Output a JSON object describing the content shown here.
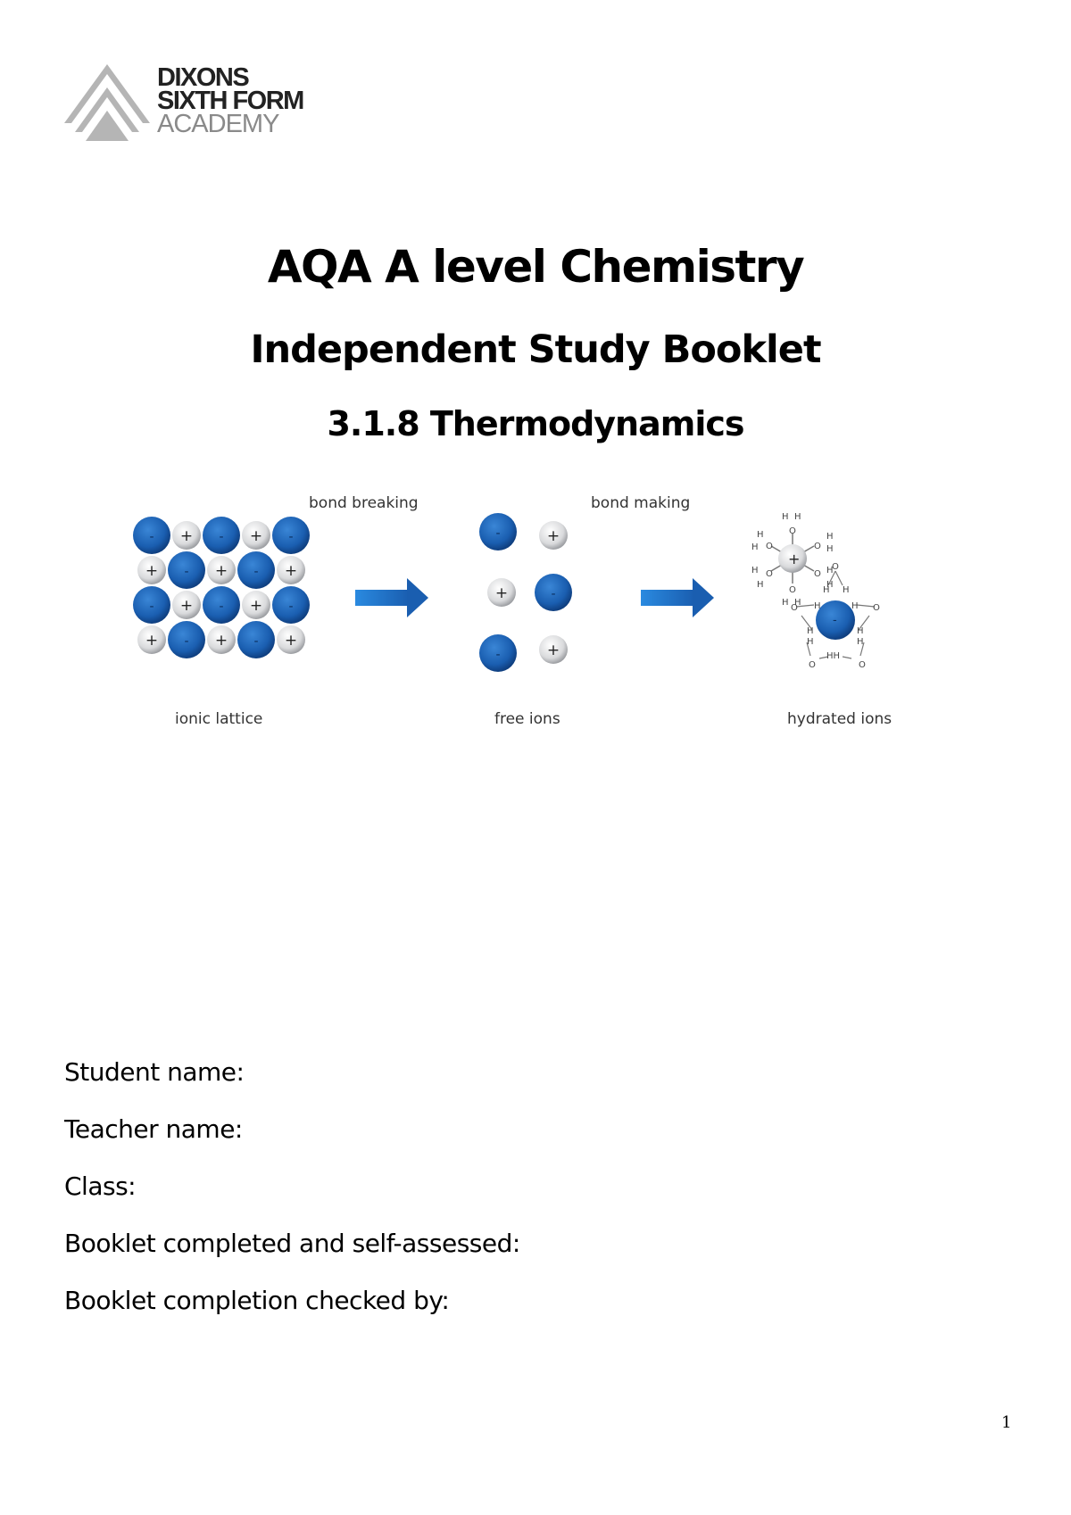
{
  "logo": {
    "lines": [
      "DIXONS",
      "SIXTH FORM",
      "ACADEMY"
    ]
  },
  "header": {
    "title": "AQA A level Chemistry",
    "subtitle": "Independent Study Booklet",
    "topic": "3.1.8 Thermodynamics"
  },
  "diagram": {
    "labels": {
      "ionic_lattice": "ionic lattice",
      "bond_breaking": "bond breaking",
      "free_ions": "free ions",
      "bond_making": "bond making",
      "hydrated_ions": "hydrated ions"
    },
    "colors": {
      "anion": "#1a5eb0",
      "cation": "#d9dadc",
      "arrow": "#1f6fc0"
    },
    "lattice_rows": [
      [
        "-",
        "+",
        "-",
        "+",
        "-"
      ],
      [
        "+",
        "-",
        "+",
        "-",
        "+"
      ],
      [
        "-",
        "+",
        "-",
        "+",
        "-"
      ],
      [
        "+",
        "-",
        "+",
        "-",
        "+"
      ]
    ],
    "free_ion_rows": [
      [
        "-",
        "+"
      ],
      [
        "+",
        "-"
      ],
      [
        "-",
        "+"
      ]
    ],
    "symbols": {
      "plus": "+",
      "minus": "-",
      "oxygen": "O",
      "hydrogen": "H",
      "hh": "HH"
    }
  },
  "fields": [
    "Student name:",
    "Teacher name:",
    "Class:",
    "Booklet completed and self-assessed:",
    "Booklet completion checked by:"
  ],
  "footer": {
    "page_number": "1"
  }
}
